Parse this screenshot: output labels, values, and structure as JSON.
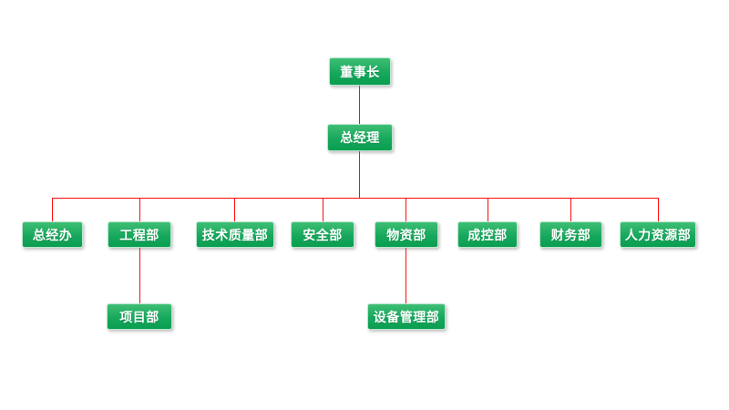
{
  "org": {
    "nodes": [
      {
        "id": "chairman",
        "label": "董事长",
        "level": 1,
        "parent": null
      },
      {
        "id": "general-manager",
        "label": "总经理",
        "level": 2,
        "parent": "chairman"
      },
      {
        "id": "general-office",
        "label": "总经办",
        "level": 3,
        "parent": "general-manager"
      },
      {
        "id": "engineering-dept",
        "label": "工程部",
        "level": 3,
        "parent": "general-manager"
      },
      {
        "id": "tech-quality-dept",
        "label": "技术质量部",
        "level": 3,
        "parent": "general-manager"
      },
      {
        "id": "safety-dept",
        "label": "安全部",
        "level": 3,
        "parent": "general-manager"
      },
      {
        "id": "materials-dept",
        "label": "物资部",
        "level": 3,
        "parent": "general-manager"
      },
      {
        "id": "cost-control-dept",
        "label": "成控部",
        "level": 3,
        "parent": "general-manager"
      },
      {
        "id": "finance-dept",
        "label": "财务部",
        "level": 3,
        "parent": "general-manager"
      },
      {
        "id": "hr-dept",
        "label": "人力资源部",
        "level": 3,
        "parent": "general-manager"
      },
      {
        "id": "project-dept",
        "label": "项目部",
        "level": 4,
        "parent": "engineering-dept"
      },
      {
        "id": "equipment-mgmt-dept",
        "label": "设备管理部",
        "level": 4,
        "parent": "materials-dept"
      }
    ],
    "colors": {
      "node_fill_top": "#3ebe74",
      "node_fill_bottom": "#0a9e50",
      "node_border": "#bce6cf",
      "node_text": "#ffffff",
      "connector_line": "#fd0d0d",
      "background": "#ffffff"
    }
  }
}
